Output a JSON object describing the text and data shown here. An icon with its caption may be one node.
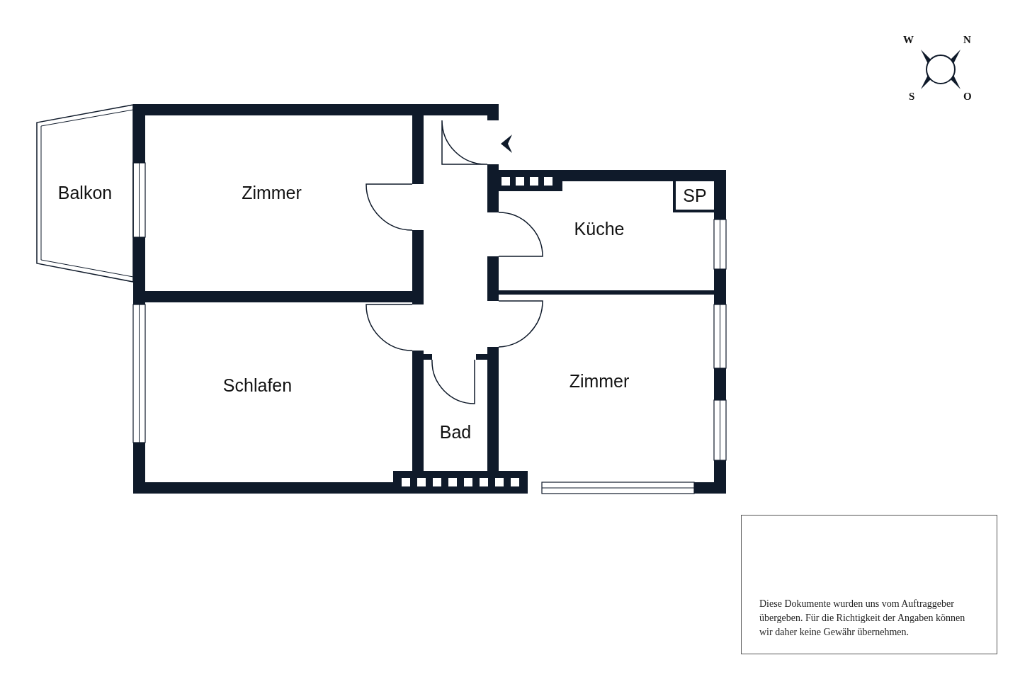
{
  "diagram": {
    "nodes": [
      {
        "text": [
          "Balkon"
        ]
      },
      {
        "text": [
          "Zimmer"
        ]
      },
      {
        "text": [
          "Küche"
        ]
      },
      {
        "text": [
          "SP"
        ],
        "in": 2
      },
      {
        "text": [
          "Schlafen"
        ]
      },
      {
        "text": [
          "Bad"
        ]
      },
      {
        "text": [
          "Zimmer"
        ]
      },
      {
        "text": [
          "Diese Dokumente wurden uns vom Auftraggeber übergeben. Für die Richtigkeit der Angaben können wir daher keine Gewähr übernehmen."
        ]
      }
    ],
    "edges": [],
    "labels": [
      "W",
      "N",
      "S",
      "O"
    ]
  }
}
